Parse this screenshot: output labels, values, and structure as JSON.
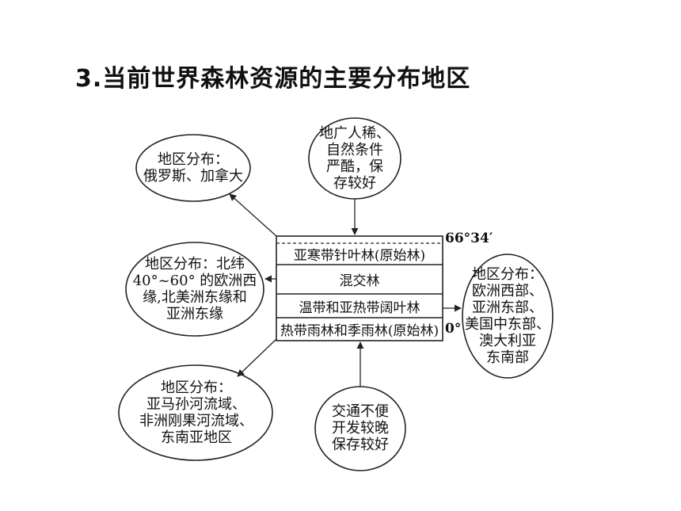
{
  "title": "3.当前世界森林资源的主要分布地区",
  "bands": {
    "subarctic": "亚寒带针叶林(原始林)",
    "mixed": "混交林",
    "temperate": "温带和亚热带阔叶林",
    "tropical": "热带雨林和季雨林(原始林)"
  },
  "latitudes": {
    "arctic_circle": "66°34′",
    "equator": "0°"
  },
  "ellipses": {
    "top_reason": [
      "地广人稀、",
      "自然条件",
      "严酷，保",
      "存较好"
    ],
    "russia_canada": [
      "地区分布：",
      "俄罗斯、加拿大"
    ],
    "temperate_regions": [
      "地区分布：北纬",
      "40°~60° 的欧洲西",
      "缘,北美洲东缘和",
      "亚洲东缘"
    ],
    "broadleaf_regions": [
      "地区分布：",
      "欧洲西部、",
      "亚洲东部、",
      "美国中东部、",
      "澳大利亚",
      "东南部"
    ],
    "tropical_regions": [
      "地区分布：",
      "亚马孙河流域、",
      "非洲刚果河流域、",
      "东南亚地区"
    ],
    "bottom_reason": [
      "交通不便",
      "开发较晚",
      "保存较好"
    ]
  }
}
